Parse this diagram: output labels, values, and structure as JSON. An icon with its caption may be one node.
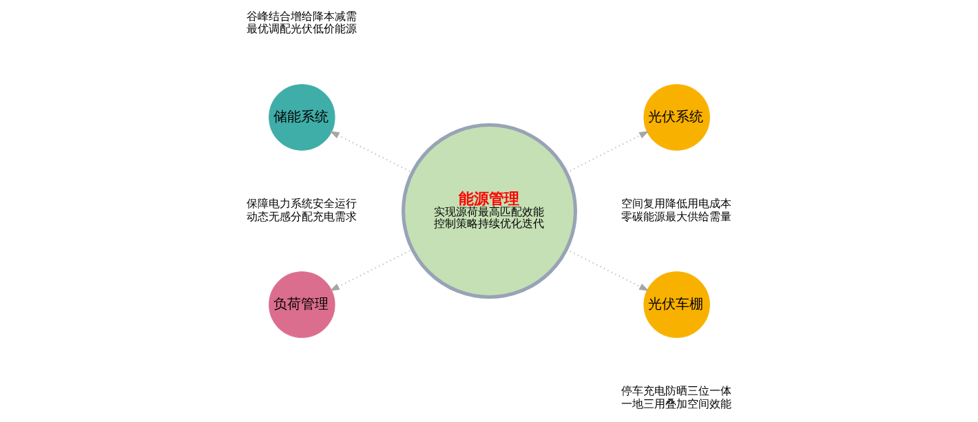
{
  "diagram": {
    "nodes": [
      {
        "text": [
          "能源管理",
          "实现源荷最高匹配效能控制策略持续优化迭代"
        ]
      },
      {
        "text": [
          "储能系统"
        ],
        "beside": [
          "谷峰结合增给降本减需",
          "最优调配光伏低价能源"
        ]
      },
      {
        "text": [
          "负荷管理"
        ],
        "beside": [
          "保障电力系统安全运行",
          "动态无感分配充电需求"
        ]
      },
      {
        "text": [
          "光伏系统"
        ],
        "beside": [
          "空间复用降低用电成本",
          "零碳能源最大供给需量"
        ]
      },
      {
        "text": [
          "光伏车棚"
        ],
        "beside": [
          "停车充电防晒三位一体",
          "一地三用叠加空间效能"
        ]
      }
    ],
    "edges": [
      {
        "from": 0,
        "to": 1,
        "arrow": "to",
        "style": "dashed"
      },
      {
        "from": 0,
        "to": 2,
        "arrow": "to",
        "style": "dashed"
      },
      {
        "from": 0,
        "to": 3,
        "arrow": "to",
        "style": "dashed"
      },
      {
        "from": 0,
        "to": 4,
        "arrow": "to",
        "style": "dashed"
      }
    ]
  }
}
